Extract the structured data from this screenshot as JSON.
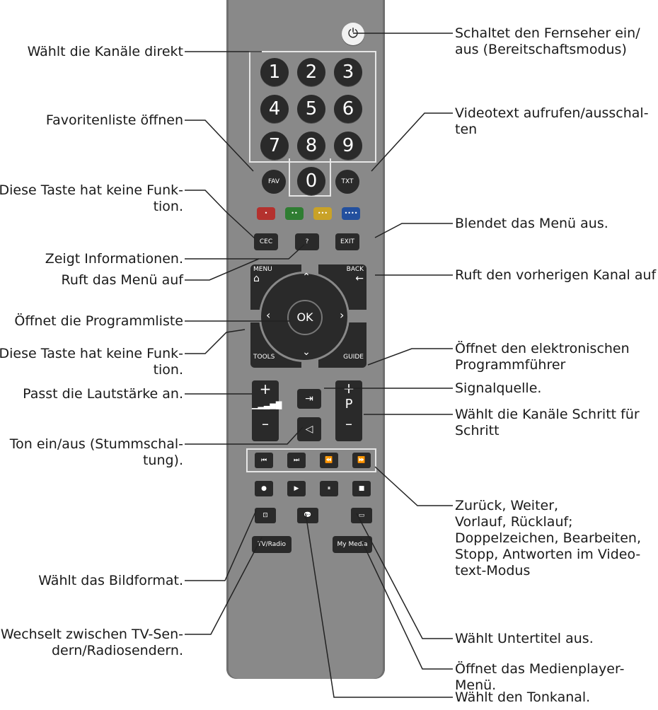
{
  "remote": {
    "power": "⏻",
    "digits": [
      "1",
      "2",
      "3",
      "4",
      "5",
      "6",
      "7",
      "8",
      "9",
      "0"
    ],
    "fav": "FAV",
    "txt": "TXT",
    "color_keys": [
      "•",
      "••",
      "•••",
      "••••"
    ],
    "cec": "CEC",
    "info": "?",
    "exit": "EXIT",
    "menu": "MENU",
    "back": "BACK",
    "ok": "OK",
    "tools": "TOOLS",
    "guide": "GUIDE",
    "vol_plus": "+",
    "vol_minus": "–",
    "prog_plus": "+",
    "prog_p": "P",
    "prog_minus": "–",
    "tv_radio": "TV/Radio",
    "my_media": "My Media"
  },
  "labels": {
    "power": [
      "Schaltet den Fernseher ein/",
      "aus (Bereitschaftsmodus)"
    ],
    "digits": [
      "Wählt die Kanäle direkt"
    ],
    "fav": [
      "Favoritenliste öffnen"
    ],
    "txt": [
      "Videotext aufrufen/ausschal-",
      "ten"
    ],
    "cec": [
      "Diese Taste hat keine Funk-",
      "tion."
    ],
    "exit": [
      "Blendet das Menü aus."
    ],
    "info": [
      "Zeigt Informationen."
    ],
    "menu": [
      "Ruft das Menü auf"
    ],
    "back": [
      "Ruft den vorherigen Kanal auf"
    ],
    "ok": [
      "Öffnet die Programmliste"
    ],
    "tools": [
      "Diese Taste hat keine Funk-",
      "tion."
    ],
    "guide": [
      "Öffnet den elektronischen",
      "Programmführer"
    ],
    "volume": [
      "Passt die Lautstärke an."
    ],
    "source": [
      "Signalquelle."
    ],
    "program": [
      "Wählt die Kanäle Schritt für",
      "Schritt"
    ],
    "mute": [
      "Ton ein/aus (Stummschal-",
      "tung)."
    ],
    "media_keys": [
      "Zurück, Weiter,",
      "Vorlauf, Rücklauf;",
      "Doppelzeichen, Bearbeiten,",
      "Stopp, Antworten im Video-",
      "text-Modus"
    ],
    "format": [
      "Wählt das Bildformat."
    ],
    "subtitle": [
      "Wählt Untertitel aus."
    ],
    "tv_radio": [
      "Wechselt zwischen TV-Sen-",
      "dern/Radiosendern."
    ],
    "my_media": [
      "Öffnet das Medienplayer-",
      "Menü."
    ],
    "audio": [
      "Wählt den Tonkanal."
    ]
  }
}
